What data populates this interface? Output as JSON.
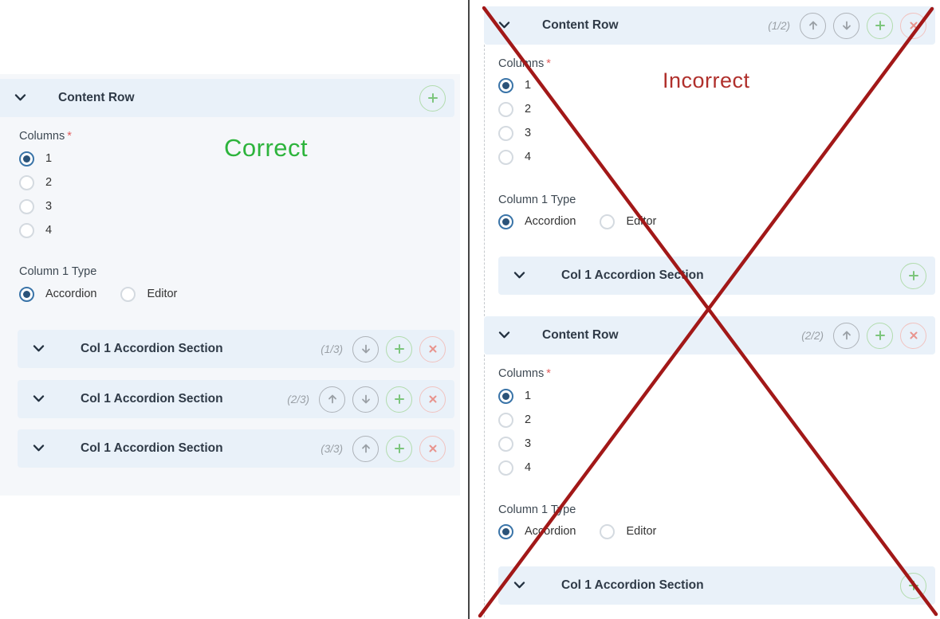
{
  "colors": {
    "header_bg": "#e9f1f9",
    "panel_bg": "#f5f7fa",
    "correct_green": "#2db43c",
    "incorrect_red": "#b0302c",
    "cross_red": "#a21818",
    "radio_selected_ring": "#3a74a8",
    "plus_green": "#7cc57c",
    "close_red": "#e8948e",
    "arrow_gray": "#9aa0a6"
  },
  "annotations": {
    "correct_label": "Correct",
    "incorrect_label": "Incorrect"
  },
  "left_panel": {
    "header": {
      "title": "Content Row"
    },
    "columns_field": {
      "label": "Columns",
      "required_marker": "*",
      "options": [
        "1",
        "2",
        "3",
        "4"
      ],
      "selected": "1"
    },
    "type_field": {
      "label": "Column 1 Type",
      "options": [
        "Accordion",
        "Editor"
      ],
      "selected": "Accordion"
    },
    "sections": [
      {
        "title": "Col 1 Accordion Section",
        "counter": "(1/3)"
      },
      {
        "title": "Col 1 Accordion Section",
        "counter": "(2/3)"
      },
      {
        "title": "Col 1 Accordion Section",
        "counter": "(3/3)"
      }
    ]
  },
  "right_panel": {
    "rows": [
      {
        "header": {
          "title": "Content Row",
          "counter": "(1/2)"
        },
        "columns_field": {
          "label": "Columns",
          "required_marker": "*",
          "options": [
            "1",
            "2",
            "3",
            "4"
          ],
          "selected": "1"
        },
        "type_field": {
          "label": "Column 1 Type",
          "options": [
            "Accordion",
            "Editor"
          ],
          "selected": "Accordion"
        },
        "section": {
          "title": "Col 1 Accordion Section"
        }
      },
      {
        "header": {
          "title": "Content Row",
          "counter": "(2/2)"
        },
        "columns_field": {
          "label": "Columns",
          "required_marker": "*",
          "options": [
            "1",
            "2",
            "3",
            "4"
          ],
          "selected": "1"
        },
        "type_field": {
          "label": "Column 1 Type",
          "options": [
            "Accordion",
            "Editor"
          ],
          "selected": "Accordion"
        },
        "section": {
          "title": "Col 1 Accordion Section"
        }
      }
    ]
  }
}
